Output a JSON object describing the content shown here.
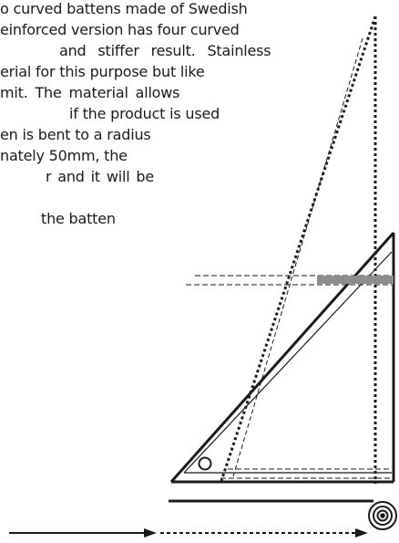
{
  "document": {
    "paragraph_lines": [
      "o curved battens made of Swedish",
      "einforced version has four curved",
      "and stiffer result. Stainless",
      "erial for this purpose but like",
      "mit. The material allows",
      "if the product is used",
      "en is bent to a radius",
      "nately 50mm, the",
      "r and it will be",
      "",
      "the batten"
    ]
  },
  "colors": {
    "ink": "#1a1a1a",
    "batten_bar": "#8c8c8c",
    "background": "#ffffff"
  },
  "icons": {
    "roll": "spiral-icon",
    "arrow": "arrow-right-icon"
  }
}
